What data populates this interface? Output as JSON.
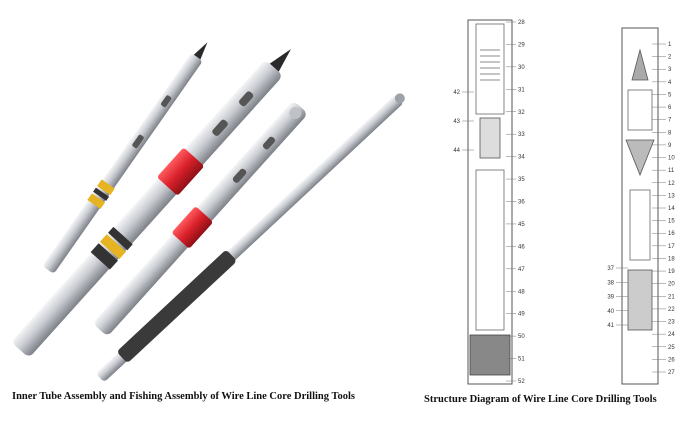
{
  "captions": {
    "left": "Inner Tube Assembly and Fishing Assembly of Wire Line Core Drilling Tools",
    "right": "Structure Diagram of Wire Line Core Drilling Tools"
  },
  "diagram_a": {
    "callouts_right": [
      "28",
      "29",
      "30",
      "31",
      "32",
      "33",
      "34",
      "35",
      "36",
      "45",
      "46",
      "47",
      "48",
      "49",
      "50",
      "51",
      "52"
    ],
    "callouts_left": [
      "42",
      "43",
      "44"
    ]
  },
  "diagram_b": {
    "callouts_right": [
      "1",
      "2",
      "3",
      "4",
      "5",
      "6",
      "7",
      "8",
      "9",
      "10",
      "11",
      "12",
      "13",
      "14",
      "15",
      "16",
      "17",
      "18",
      "19",
      "20",
      "21",
      "22",
      "23",
      "24",
      "25",
      "26",
      "27"
    ],
    "callouts_left": [
      "37",
      "38",
      "39",
      "40",
      "41"
    ]
  },
  "colors": {
    "steel": "#c9ccd1",
    "red_coupling": "#d8202a",
    "yellow_ring": "#e6b422",
    "dark_tube": "#3a3a3a"
  }
}
